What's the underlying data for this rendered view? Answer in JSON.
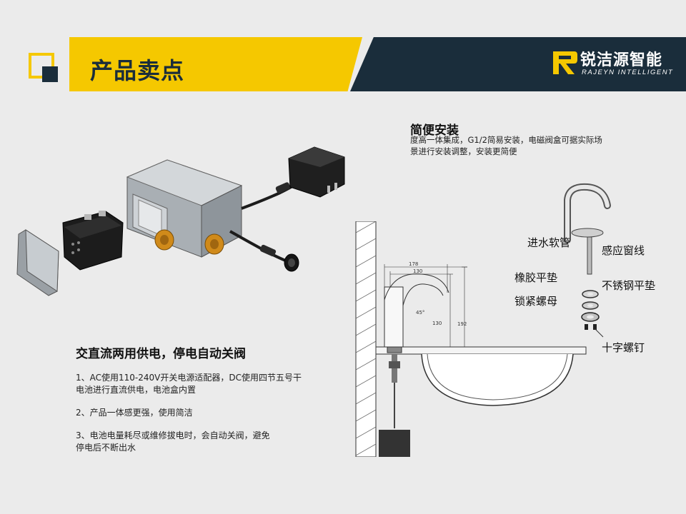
{
  "header": {
    "title": "产品卖点",
    "brand_cn": "锐洁源智能",
    "brand_en": "RAJEYN INTELLIGENT"
  },
  "colors": {
    "accent": "#f5c800",
    "dark": "#1a2d3b"
  },
  "install": {
    "title": "简便安装",
    "desc_line1": "度高一体集成，G1/2简易安装，电磁阀盒可据实际场",
    "desc_line2": "景进行安装调整，安装更简便"
  },
  "power": {
    "title": "交直流两用供电，停电自动关阀",
    "points": [
      {
        "line1": "1、AC使用110-240V开关电源适配器，DC使用四节五号干",
        "line2": "电池进行直流供电，电池盒内置"
      },
      {
        "line1": "2、产品一体感更强，使用简洁"
      },
      {
        "line1": "3、电池电量耗尽或维修拔电时，会自动关阀，避免",
        "line2": "停电后不断出水"
      }
    ]
  },
  "parts": {
    "hose": "进水软管",
    "window": "感应窗线",
    "rubber_washer": "橡胶平垫",
    "steel_washer": "不锈钢平垫",
    "lock_nut": "锁紧螺母",
    "screws": "十字螺钉"
  },
  "dimensions": {
    "width_total": "178",
    "width_spout": "130",
    "height_spout": "130",
    "height_total": "192",
    "angle": "45°"
  },
  "icons": [
    "logo-mark",
    "solenoid-box-illustration",
    "faucet-installation-drawing",
    "exploded-parts-drawing"
  ]
}
